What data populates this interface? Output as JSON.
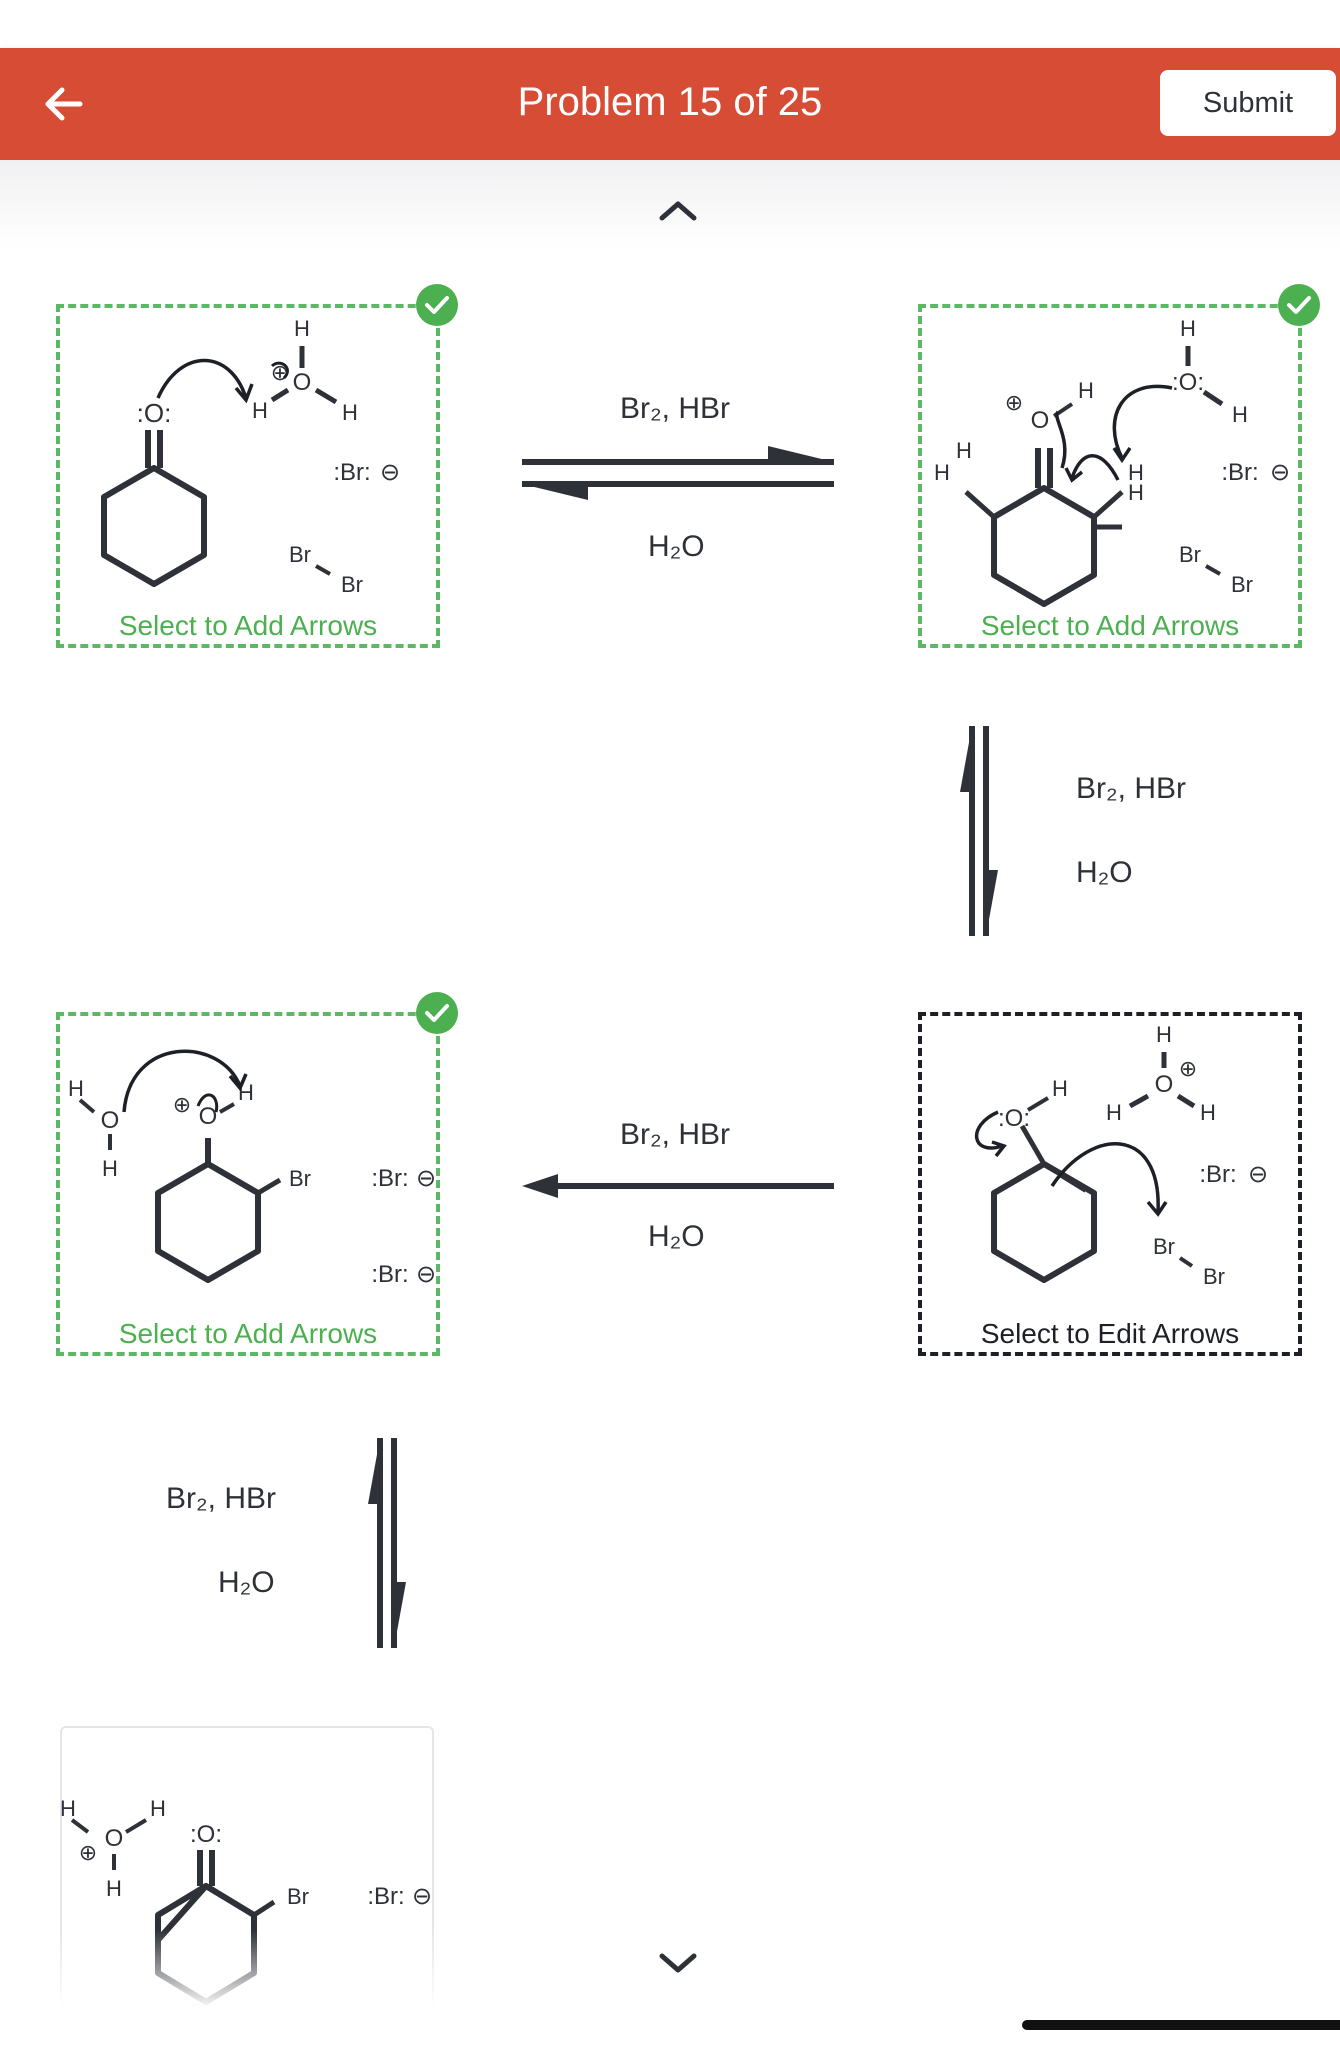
{
  "header": {
    "title": "Problem 15 of 25",
    "submit_label": "Submit"
  },
  "colors": {
    "header_bg": "#d64c34",
    "complete_green": "#4caf50",
    "text_dark": "#2e3138"
  },
  "steps": [
    {
      "label": "Select to Add Arrows",
      "status": "complete"
    },
    {
      "label": "Select to Add Arrows",
      "status": "complete"
    },
    {
      "label": "Select to Edit Arrows",
      "status": "editing"
    },
    {
      "label": "Select to Add Arrows",
      "status": "complete"
    }
  ],
  "reagents": {
    "top": "Br₂, HBr",
    "bottom": "H₂O"
  },
  "atoms": {
    "O": "O",
    "O_lp": ":O:",
    "H": "H",
    "Br": "Br",
    "Br_anion": ":Br:",
    "plus": "⊕",
    "minus": "⊖",
    "lp_dots": ":"
  },
  "icons": {
    "back": "back-arrow-icon",
    "check": "check-icon",
    "scroll_up": "chevron-up-icon",
    "scroll_down": "chevron-down-icon"
  }
}
